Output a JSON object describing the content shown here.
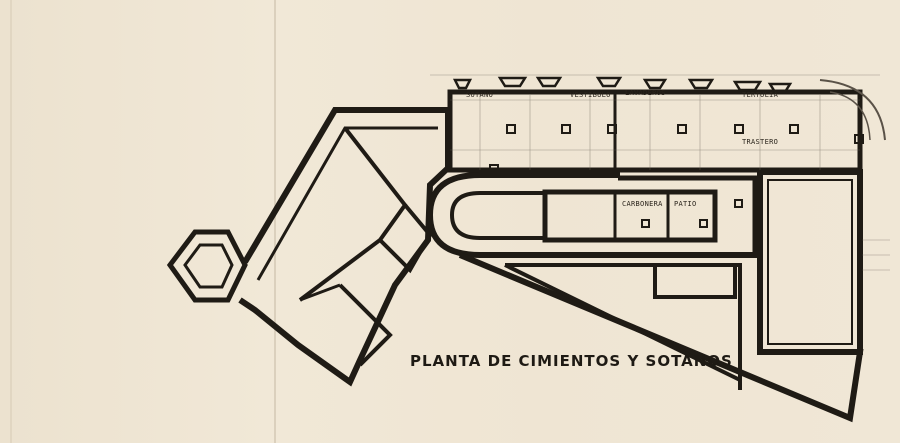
{
  "drawing": {
    "title": "PLANTA DE CIMIENTOS Y SOTANOS",
    "rooms": {
      "sotano": "SOTANO",
      "vestibulo": "VESTIBULO",
      "lavaderos": "LAVADEROS",
      "tertulia": "TERTULIA",
      "trastero": "TRASTERO",
      "carbonera": "CARBONERA",
      "patio": "PATIO"
    }
  },
  "colors": {
    "paper": "#efe6d5",
    "ink": "#1e1a14",
    "pencil": "#6b6358"
  }
}
